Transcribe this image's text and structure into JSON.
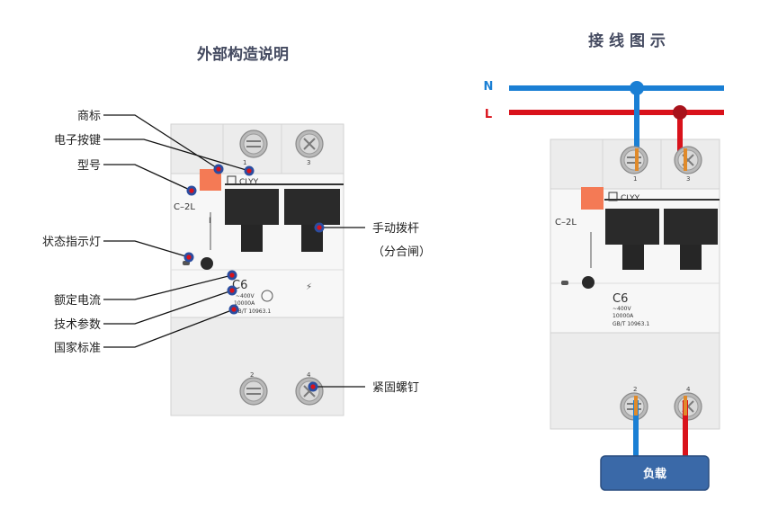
{
  "left_panel": {
    "title": "外部构造说明",
    "labels": {
      "trademark": "商标",
      "electronic_key": "电子按键",
      "model_no": "型号",
      "status_light": "状态指示灯",
      "rated_current": "额定电流",
      "tech_params": "技术参数",
      "national_standard": "国家标准",
      "handle": "手动拨杆",
      "handle_sub": "（分合闸）",
      "screw": "紧固螺钉"
    }
  },
  "right_panel": {
    "title": "接 线 图 示",
    "line_n": "N",
    "line_l": "L",
    "load": "负载"
  },
  "device": {
    "brand": "CLYY",
    "model": "C–2L",
    "rating": "C6",
    "voltage": "~400V",
    "breaking": "10000A",
    "standard": "GB/T 10963.1",
    "terminal_top_1": "1",
    "terminal_top_3": "3",
    "terminal_bottom_2": "2",
    "terminal_bottom_4": "4"
  },
  "colors": {
    "neutral_wire": "#1a7fd4",
    "live_wire": "#d9121b",
    "marker": "#2b4da0",
    "load_box": "#3a69a8",
    "title_text": "#444a60"
  }
}
